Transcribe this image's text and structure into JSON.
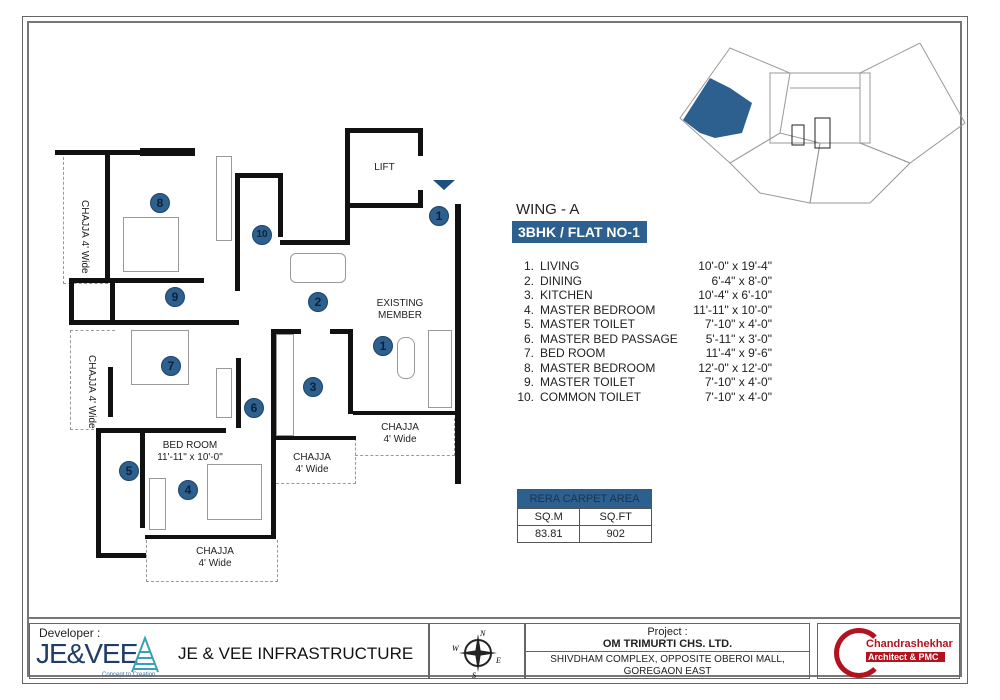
{
  "header": {
    "wing": "WING - A",
    "flat": "3BHK / FLAT NO-1"
  },
  "rooms": [
    {
      "num": "1.",
      "name": "LIVING",
      "dim": "10'-0\" x 19'-4\""
    },
    {
      "num": "2.",
      "name": "DINING",
      "dim": "6'-4\" x  8'-0\""
    },
    {
      "num": "3.",
      "name": "KITCHEN",
      "dim": "10'-4\" x 6'-10\""
    },
    {
      "num": "4.",
      "name": "MASTER BEDROOM",
      "dim": "11'-11\" x 10'-0\""
    },
    {
      "num": "5.",
      "name": "MASTER TOILET",
      "dim": "7'-10\" x 4'-0\""
    },
    {
      "num": "6.",
      "name": "MASTER BED PASSAGE",
      "dim": "5'-11\" x 3'-0\""
    },
    {
      "num": "7.",
      "name": "BED ROOM",
      "dim": "11'-4\" x 9'-6\""
    },
    {
      "num": "8.",
      "name": "MASTER BEDROOM",
      "dim": "12'-0\" x 12'-0\""
    },
    {
      "num": "9.",
      "name": "MASTER TOILET",
      "dim": "7'-10\" x 4'-0\""
    },
    {
      "num": "10.",
      "name": "COMMON TOILET",
      "dim": "7'-10\" x 4'-0\""
    }
  ],
  "rera": {
    "title": "RERA CARPET AREA",
    "col1": "SQ.M",
    "col2": "SQ.FT",
    "val1": "83.81",
    "val2": "902"
  },
  "plan": {
    "lift": "LIFT",
    "existing_member": "EXISTING\nMEMBER",
    "bedroom_label": "BED ROOM",
    "bedroom_dim": "11'-11\" x 10'-0\"",
    "chajja": "CHAJJA",
    "chajja_width": "4' Wide",
    "markers": [
      "1",
      "2",
      "3",
      "4",
      "5",
      "6",
      "7",
      "8",
      "9",
      "10"
    ]
  },
  "footer": {
    "developer_label": "Developer :",
    "developer_logo": "JE&VEE",
    "developer_tagline": "Concept to Creation",
    "developer_name": "JE & VEE INFRASTRUCTURE",
    "compass": {
      "n": "N",
      "s": "S",
      "e": "E",
      "w": "W"
    },
    "project_label": "Project :",
    "project_name": "OM TRIMURTI CHS. LTD.",
    "address_line1": "SHIVDHAM COMPLEX, OPPOSITE OBEROI MALL,",
    "address_line2": "GOREGAON EAST",
    "architect_name": "Chandrashekhar",
    "architect_sub": "Architect & PMC"
  },
  "colors": {
    "accent": "#2d5f8f",
    "architect_red": "#b3121f"
  }
}
